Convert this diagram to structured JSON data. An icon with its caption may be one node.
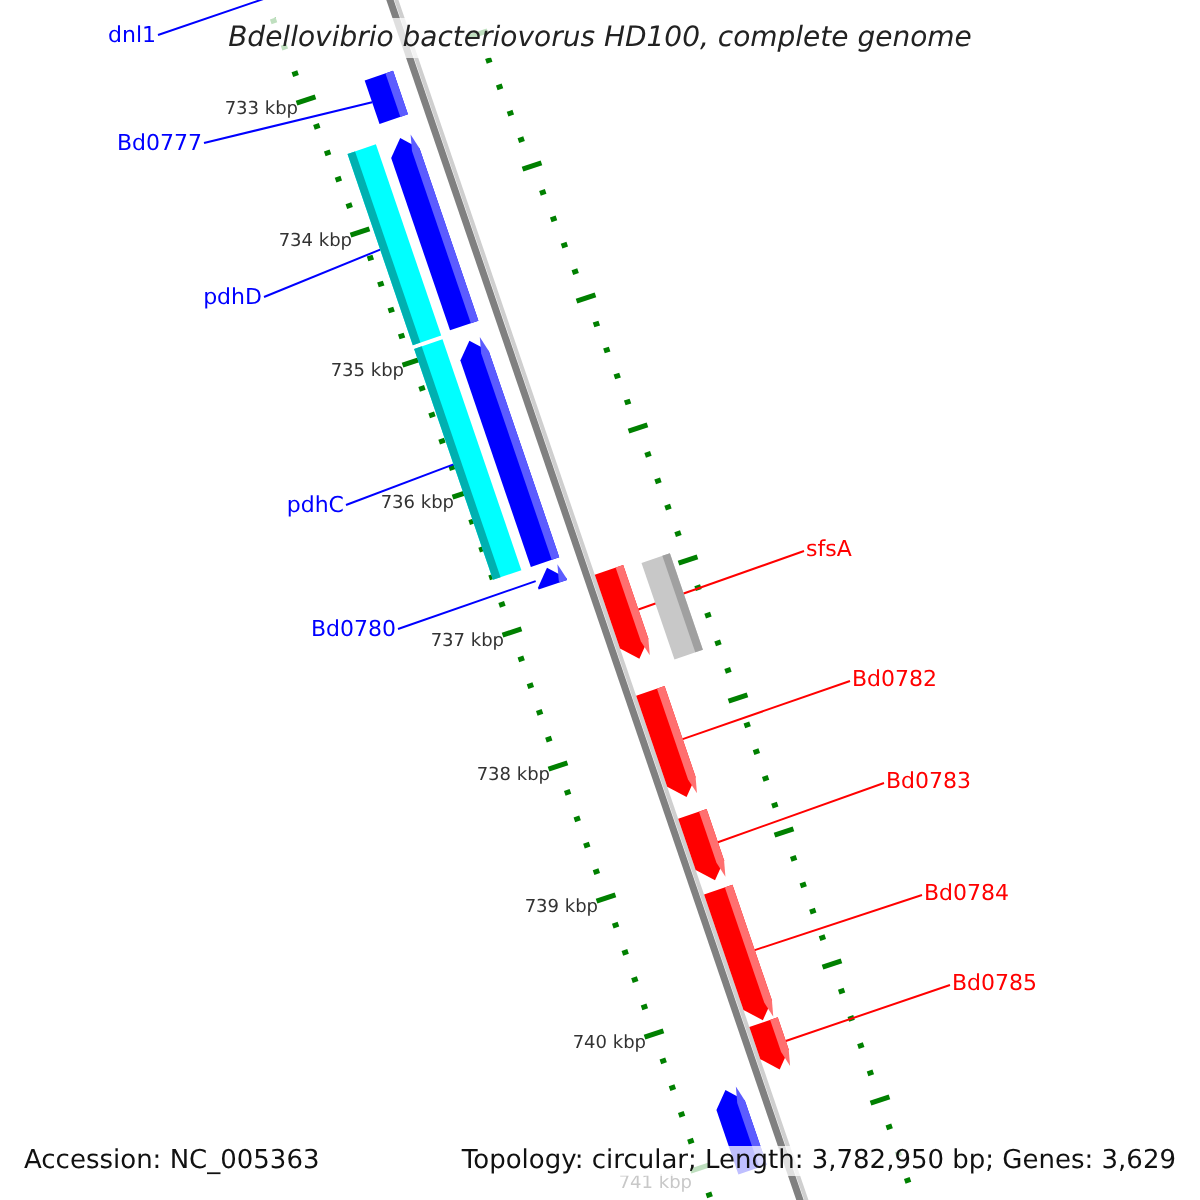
{
  "diagram": {
    "title": "Bdellovibrio bacteriovorus HD100, complete genome",
    "nodes": [
      {
        "text": [
          "dnl1"
        ]
      },
      {
        "text": [
          "Bd0777"
        ]
      },
      {
        "text": [],
        "shape": "arrow"
      },
      {
        "text": [],
        "shape": "arrow"
      },
      {
        "text": [],
        "shape": "bar"
      },
      {
        "text": [
          "pdhD"
        ]
      },
      {
        "text": [],
        "shape": "arrow"
      },
      {
        "text": [],
        "shape": "bar"
      },
      {
        "text": [
          "pdhC"
        ]
      },
      {
        "text": [],
        "shape": "arrow"
      },
      {
        "text": [
          "Bd0780"
        ]
      },
      {
        "text": [
          "sfsA"
        ]
      },
      {
        "text": [],
        "shape": "bar"
      },
      {
        "text": [],
        "shape": "arrow"
      },
      {
        "text": [
          "Bd0782"
        ]
      },
      {
        "text": [],
        "shape": "arrow"
      },
      {
        "text": [],
        "shape": "arrow"
      },
      {
        "text": [
          "Bd0783"
        ]
      },
      {
        "text": [
          "Bd0784"
        ]
      },
      {
        "text": [],
        "shape": "arrow"
      },
      {
        "text": [],
        "shape": "arrow"
      },
      {
        "text": [
          "Bd0785"
        ]
      },
      {
        "text": [],
        "shape": "arrow"
      }
    ],
    "edges": [
      {
        "from": 0,
        "to": null,
        "arrow": "none",
        "color": "#0000ff"
      },
      {
        "from": 1,
        "to": 2,
        "arrow": "none",
        "color": "#0000ff"
      },
      {
        "from": 5,
        "to": 4,
        "arrow": "none",
        "color": "#0000ff"
      },
      {
        "from": 8,
        "to": 7,
        "arrow": "none",
        "color": "#0000ff"
      },
      {
        "from": 10,
        "to": 9,
        "arrow": "none",
        "color": "#0000ff"
      },
      {
        "from": 11,
        "to": 13,
        "arrow": "none",
        "color": "#ff0000"
      },
      {
        "from": 14,
        "to": 15,
        "arrow": "none",
        "color": "#ff0000"
      },
      {
        "from": 17,
        "to": 16,
        "arrow": "none",
        "color": "#ff0000"
      },
      {
        "from": 18,
        "to": 19,
        "arrow": "none",
        "color": "#ff0000"
      },
      {
        "from": 21,
        "to": 20,
        "arrow": "none",
        "color": "#ff0000"
      }
    ],
    "labels": [
      "733 kbp",
      "734 kbp",
      "735 kbp",
      "736 kbp",
      "737 kbp",
      "738 kbp",
      "739 kbp",
      "740 kbp",
      "741 kbp",
      "Accession: NC_005363",
      "Topology: circular; Length: 3,782,950 bp; Genes: 3,629"
    ]
  }
}
